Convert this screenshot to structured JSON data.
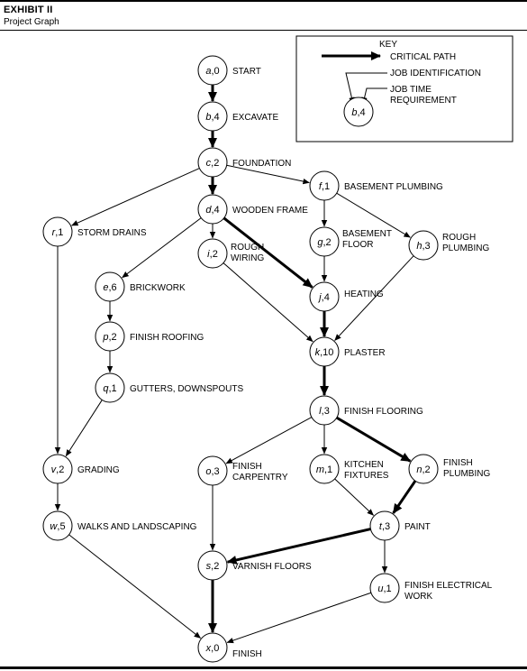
{
  "header": {
    "exhibit": "EXHIBIT II",
    "subtitle": "Project Graph"
  },
  "key": {
    "title": "KEY",
    "critical_path": "CRITICAL PATH",
    "job_identification": "JOB IDENTIFICATION",
    "job_time_line1": "JOB TIME",
    "job_time_line2": "REQUIREMENT",
    "sample_id": "b",
    "sample_time": "4"
  },
  "nodes": [
    {
      "id": "a",
      "time": "0",
      "label": [
        "START"
      ]
    },
    {
      "id": "b",
      "time": "4",
      "label": [
        "EXCAVATE"
      ]
    },
    {
      "id": "c",
      "time": "2",
      "label": [
        "FOUNDATION"
      ]
    },
    {
      "id": "d",
      "time": "4",
      "label": [
        "WOODEN FRAME"
      ]
    },
    {
      "id": "f",
      "time": "1",
      "label": [
        "BASEMENT PLUMBING"
      ]
    },
    {
      "id": "r",
      "time": "1",
      "label": [
        "STORM DRAINS"
      ]
    },
    {
      "id": "i",
      "time": "2",
      "label": [
        "ROUGH",
        "WIRING"
      ]
    },
    {
      "id": "g",
      "time": "2",
      "label": [
        "BASEMENT",
        "FLOOR"
      ]
    },
    {
      "id": "h",
      "time": "3",
      "label": [
        "ROUGH",
        "PLUMBING"
      ]
    },
    {
      "id": "e",
      "time": "6",
      "label": [
        "BRICKWORK"
      ]
    },
    {
      "id": "j",
      "time": "4",
      "label": [
        "HEATING"
      ]
    },
    {
      "id": "p",
      "time": "2",
      "label": [
        "FINISH ROOFING"
      ]
    },
    {
      "id": "k",
      "time": "10",
      "label": [
        "PLASTER"
      ]
    },
    {
      "id": "q",
      "time": "1",
      "label": [
        "GUTTERS, DOWNSPOUTS"
      ]
    },
    {
      "id": "l",
      "time": "3",
      "label": [
        "FINISH FLOORING"
      ]
    },
    {
      "id": "v",
      "time": "2",
      "label": [
        "GRADING"
      ]
    },
    {
      "id": "o",
      "time": "3",
      "label": [
        "FINISH",
        "CARPENTRY"
      ]
    },
    {
      "id": "m",
      "time": "1",
      "label": [
        "KITCHEN",
        "FIXTURES"
      ]
    },
    {
      "id": "n",
      "time": "2",
      "label": [
        "FINISH",
        "PLUMBING"
      ]
    },
    {
      "id": "w",
      "time": "5",
      "label": [
        "WALKS AND LANDSCAPING"
      ]
    },
    {
      "id": "t",
      "time": "3",
      "label": [
        "PAINT"
      ]
    },
    {
      "id": "s",
      "time": "2",
      "label": [
        "VARNISH FLOORS"
      ]
    },
    {
      "id": "u",
      "time": "1",
      "label": [
        "FINISH ELECTRICAL",
        "WORK"
      ]
    },
    {
      "id": "x",
      "time": "0",
      "label": [
        "FINISH"
      ]
    }
  ],
  "edges": [
    {
      "from": "a",
      "to": "b",
      "critical": true
    },
    {
      "from": "b",
      "to": "c",
      "critical": true
    },
    {
      "from": "c",
      "to": "d",
      "critical": true
    },
    {
      "from": "c",
      "to": "f",
      "critical": false
    },
    {
      "from": "c",
      "to": "r",
      "critical": false
    },
    {
      "from": "d",
      "to": "i",
      "critical": false
    },
    {
      "from": "d",
      "to": "e",
      "critical": false
    },
    {
      "from": "d",
      "to": "j",
      "critical": true
    },
    {
      "from": "f",
      "to": "g",
      "critical": false
    },
    {
      "from": "f",
      "to": "h",
      "critical": false
    },
    {
      "from": "g",
      "to": "j",
      "critical": false
    },
    {
      "from": "i",
      "to": "k",
      "critical": false
    },
    {
      "from": "h",
      "to": "k",
      "critical": false
    },
    {
      "from": "j",
      "to": "k",
      "critical": true
    },
    {
      "from": "e",
      "to": "p",
      "critical": false
    },
    {
      "from": "p",
      "to": "q",
      "critical": false
    },
    {
      "from": "k",
      "to": "l",
      "critical": true
    },
    {
      "from": "r",
      "to": "v",
      "critical": false
    },
    {
      "from": "q",
      "to": "v",
      "critical": false
    },
    {
      "from": "v",
      "to": "w",
      "critical": false
    },
    {
      "from": "l",
      "to": "o",
      "critical": false
    },
    {
      "from": "l",
      "to": "m",
      "critical": false
    },
    {
      "from": "l",
      "to": "n",
      "critical": true
    },
    {
      "from": "m",
      "to": "t",
      "critical": false
    },
    {
      "from": "n",
      "to": "t",
      "critical": true
    },
    {
      "from": "o",
      "to": "s",
      "critical": false
    },
    {
      "from": "t",
      "to": "s",
      "critical": true
    },
    {
      "from": "t",
      "to": "u",
      "critical": false
    },
    {
      "from": "s",
      "to": "x",
      "critical": true
    },
    {
      "from": "w",
      "to": "x",
      "critical": false
    },
    {
      "from": "u",
      "to": "x",
      "critical": false
    }
  ]
}
